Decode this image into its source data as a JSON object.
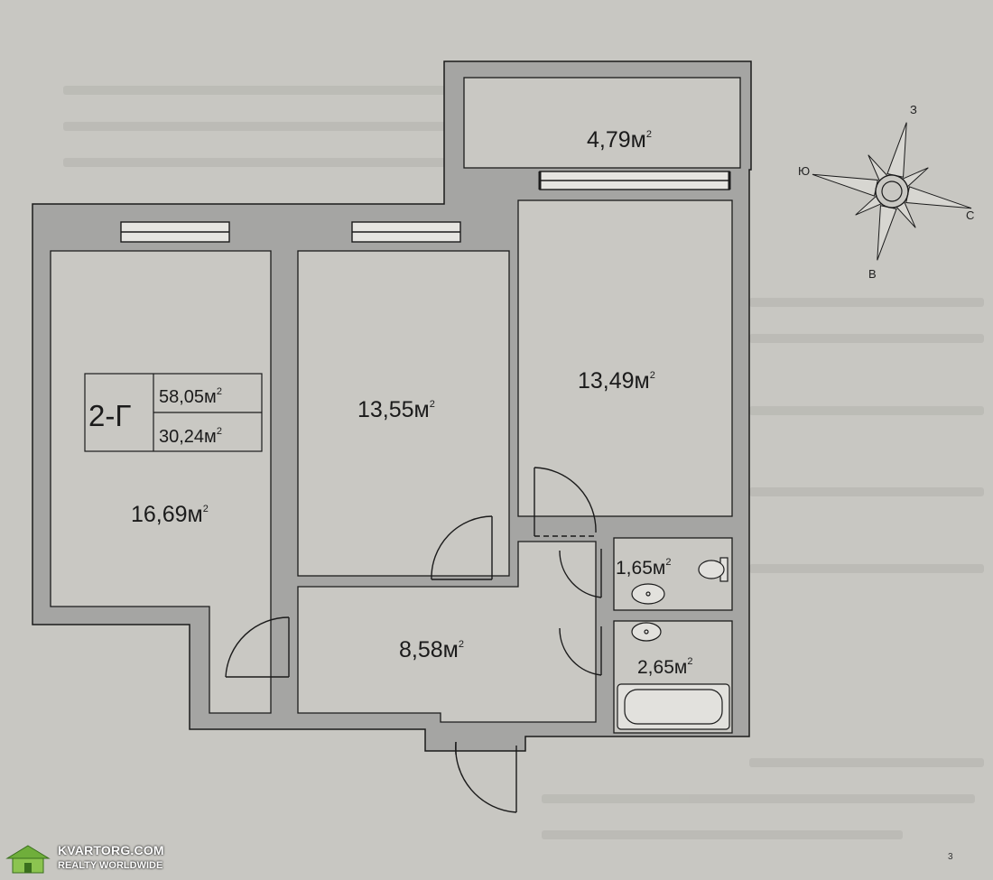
{
  "plan": {
    "apartment_code": "2-Г",
    "total_area": "58,05м",
    "living_area": "30,24м",
    "area_unit_sup": "2",
    "rooms": [
      {
        "id": "balcony",
        "area": "4,79м"
      },
      {
        "id": "room_left",
        "area": "16,69м"
      },
      {
        "id": "room_middle",
        "area": "13,55м"
      },
      {
        "id": "room_right",
        "area": "13,49м"
      },
      {
        "id": "hallway",
        "area": "8,58м"
      },
      {
        "id": "toilet",
        "area": "1,65м"
      },
      {
        "id": "bathroom",
        "area": "2,65м"
      }
    ]
  },
  "compass": {
    "north": "З",
    "south": "В",
    "west": "Ю",
    "east": "С"
  },
  "watermark": {
    "brand": "KVARTORG.COM",
    "tagline": "REALTY WORLDWIDE",
    "icon": "house-logo-icon"
  },
  "corner_mark": "3",
  "colors": {
    "wall_fill": "#a5a5a3",
    "room_fill": "#c9c8c3",
    "ink": "#1b1b1b",
    "paper": "#c8c7c2"
  }
}
